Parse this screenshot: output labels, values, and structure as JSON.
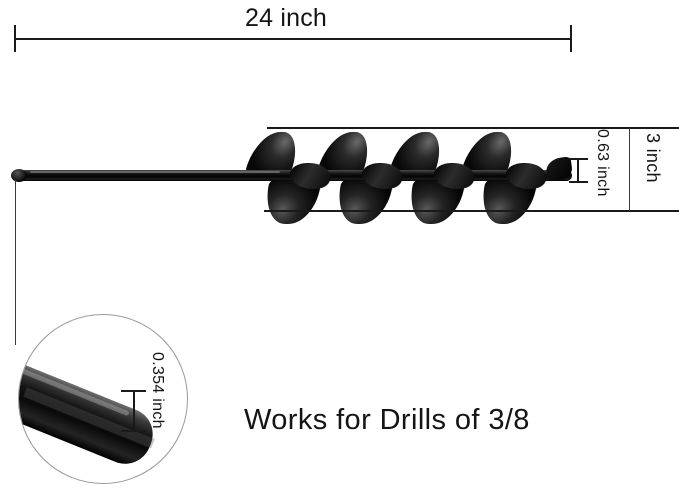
{
  "product": {
    "type": "garden-auger-drill-bit",
    "background_color": "#ffffff",
    "line_color": "#1a1a1a",
    "body_color": "#0a0a0a"
  },
  "dimensions": {
    "overall_length": {
      "label": "24 inch",
      "value": 24,
      "unit": "inch",
      "orientation": "horizontal",
      "position": "top"
    },
    "flight_diameter": {
      "label": "3 inch",
      "value": 3,
      "unit": "inch",
      "orientation": "vertical",
      "position": "right-outer"
    },
    "flight_pitch": {
      "label": "0.63 inch",
      "value": 0.63,
      "unit": "inch",
      "orientation": "vertical",
      "position": "right-inner"
    },
    "shank_diameter": {
      "label": "0.354 inch",
      "value": 0.354,
      "unit": "inch",
      "orientation": "vertical",
      "position": "magnifier-detail"
    }
  },
  "callout": {
    "shape": "circle",
    "detail_of": "hex-shank-end"
  },
  "caption": {
    "text": "Works for Drills of 3/8"
  },
  "icons": {
    "magnifier": "magnifier-circle-icon",
    "dimension_marker": "dimension-ibeam-icon"
  }
}
